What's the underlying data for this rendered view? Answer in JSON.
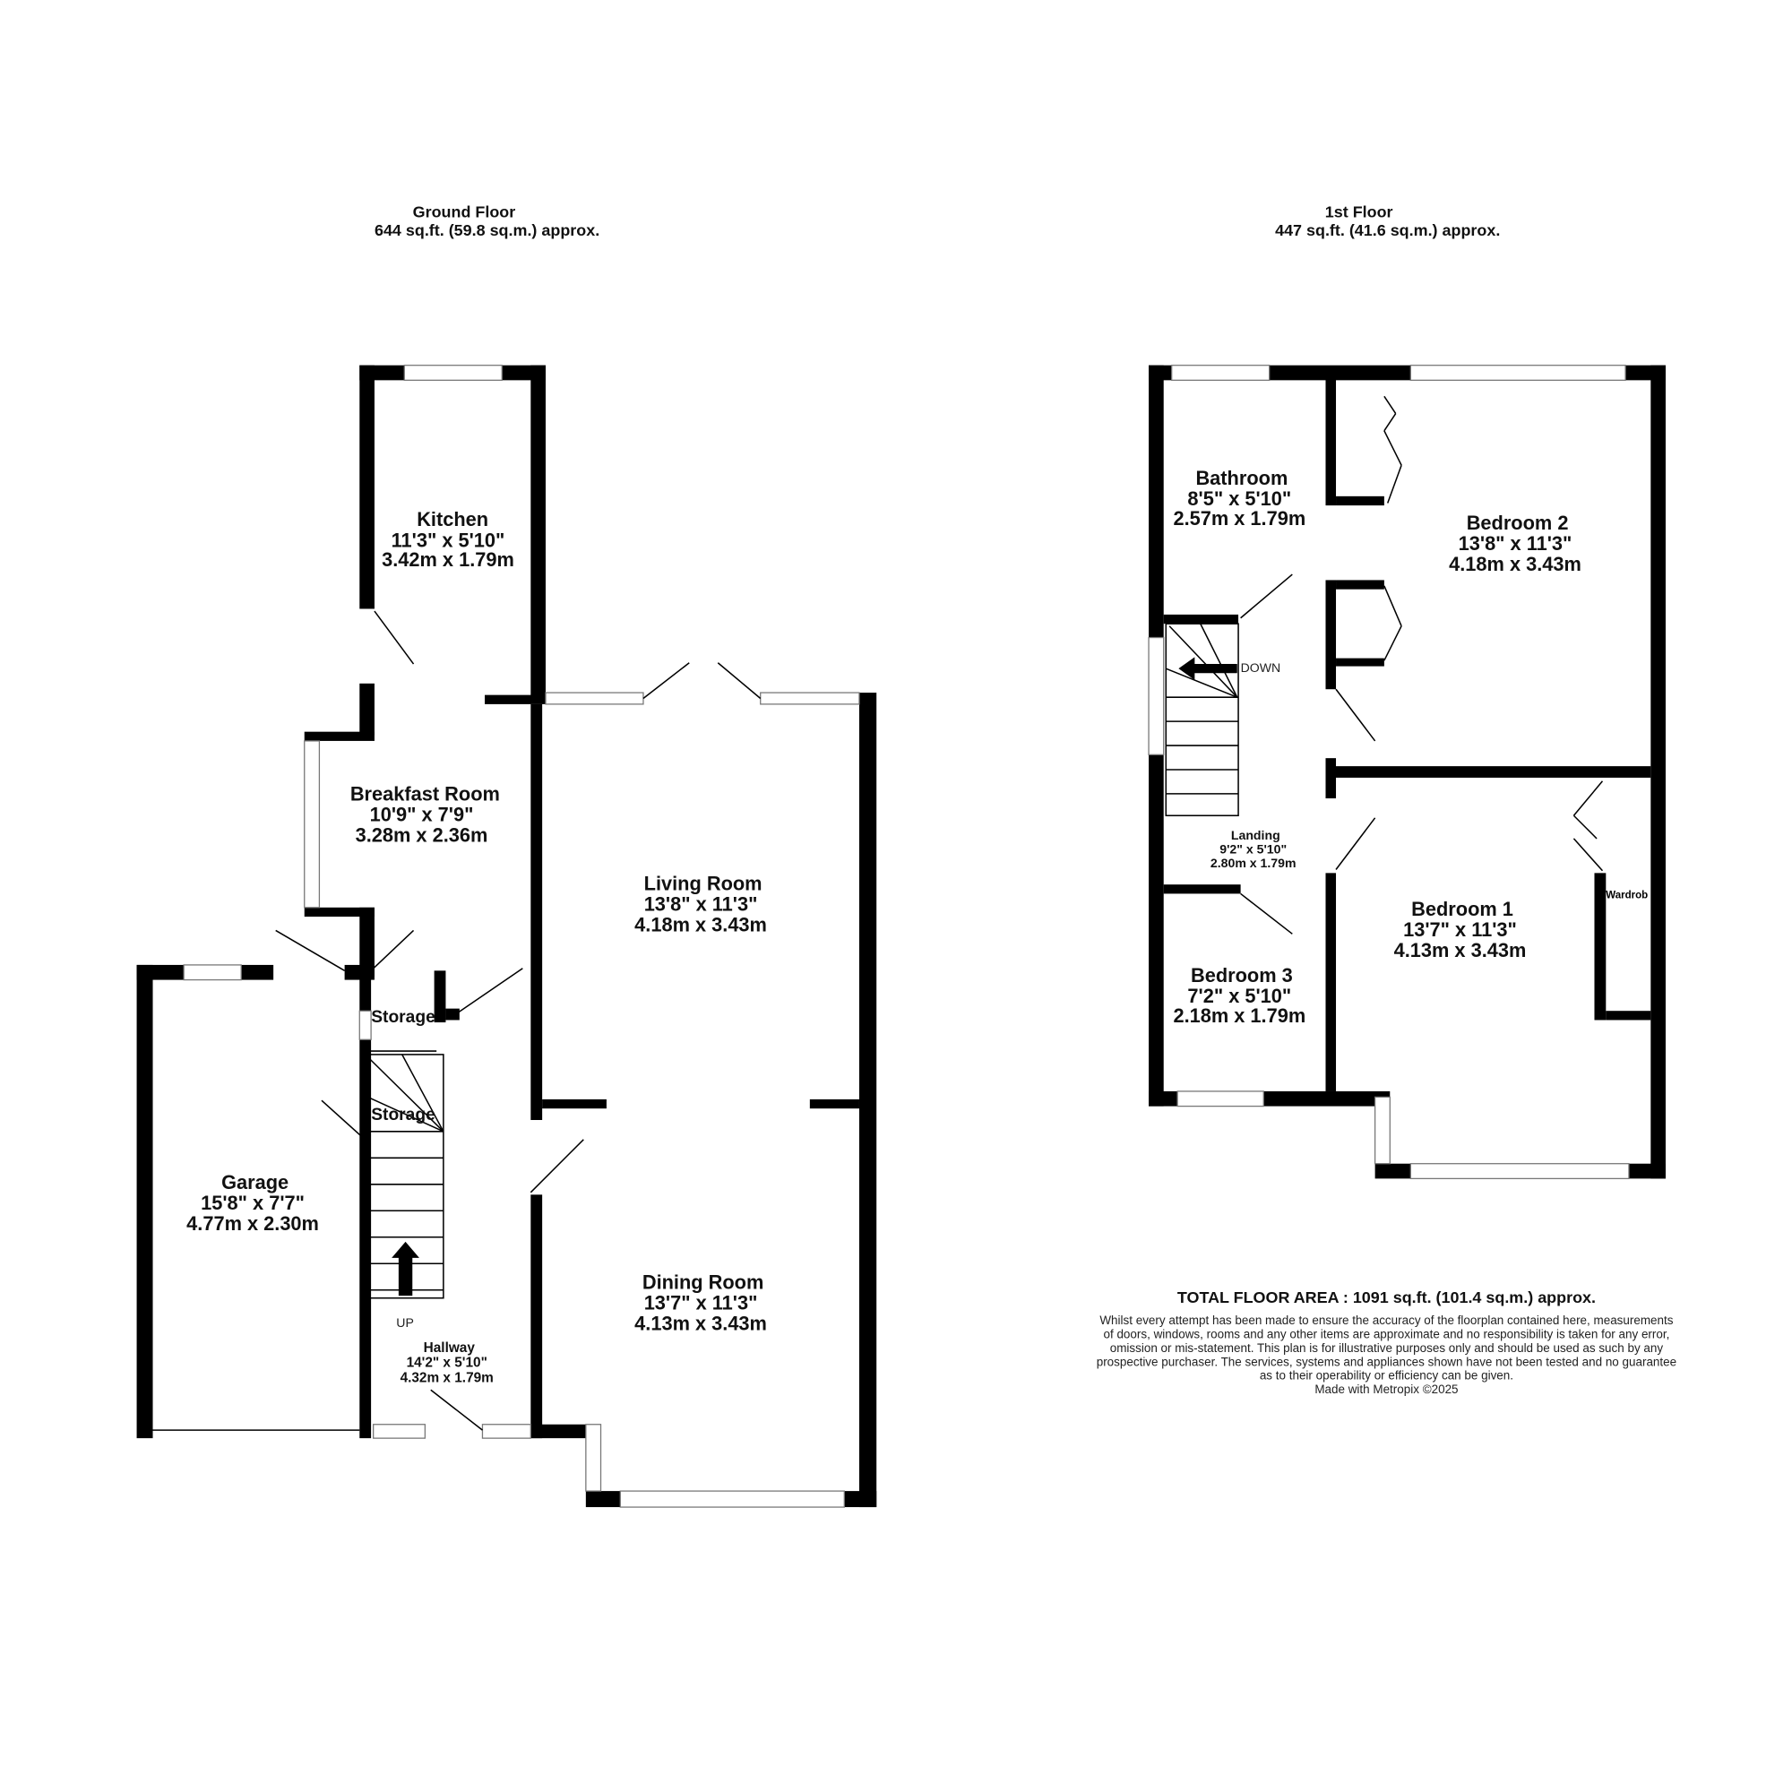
{
  "ground_floor": {
    "title": "Ground Floor",
    "area": "644 sq.ft. (59.8 sq.m.) approx.",
    "rooms": {
      "kitchen": {
        "name": "Kitchen",
        "imperial": "11'3\"  x 5'10\"",
        "metric": "3.42m  x 1.79m"
      },
      "breakfast": {
        "name": "Breakfast Room",
        "imperial": "10'9\"  x 7'9\"",
        "metric": "3.28m  x 2.36m"
      },
      "living": {
        "name": "Living Room",
        "imperial": "13'8\"  x 11'3\"",
        "metric": "4.18m  x 3.43m"
      },
      "dining": {
        "name": "Dining Room",
        "imperial": "13'7\"  x 11'3\"",
        "metric": "4.13m  x 3.43m"
      },
      "garage": {
        "name": "Garage",
        "imperial": "15'8\"  x 7'7\"",
        "metric": "4.77m  x 2.30m"
      },
      "hallway": {
        "name": "Hallway",
        "imperial": "14'2\"  x 5'10\"",
        "metric": "4.32m  x 1.79m"
      },
      "storage1": {
        "name": "Storage"
      },
      "storage2": {
        "name": "Storage"
      }
    },
    "stairs_label": "UP"
  },
  "first_floor": {
    "title": "1st Floor",
    "area": "447 sq.ft. (41.6 sq.m.) approx.",
    "rooms": {
      "bathroom": {
        "name": "Bathroom",
        "imperial": "8'5\"  x 5'10\"",
        "metric": "2.57m  x 1.79m"
      },
      "bedroom2": {
        "name": "Bedroom 2",
        "imperial": "13'8\"  x 11'3\"",
        "metric": "4.18m  x 3.43m"
      },
      "landing": {
        "name": "Landing",
        "imperial": "9'2\"  x 5'10\"",
        "metric": "2.80m  x 1.79m"
      },
      "bedroom1": {
        "name": "Bedroom 1",
        "imperial": "13'7\"  x 11'3\"",
        "metric": "4.13m  x 3.43m"
      },
      "bedroom3": {
        "name": "Bedroom 3",
        "imperial": "7'2\"  x 5'10\"",
        "metric": "2.18m  x 1.79m"
      },
      "wardrobe": {
        "name": "Wardrob"
      }
    },
    "stairs_label": "DOWN"
  },
  "footer": {
    "total": "TOTAL FLOOR AREA : 1091 sq.ft. (101.4 sq.m.) approx.",
    "disclaimer": [
      "Whilst every attempt has been made to ensure the accuracy of the floorplan contained here, measurements",
      "of doors, windows, rooms and any other items are approximate and no responsibility is taken for any error,",
      "omission or mis-statement. This plan is for illustrative purposes only and should be used as such by any",
      "prospective purchaser. The services, systems and appliances shown have not been tested and no guarantee",
      "as to their operability or efficiency can be given."
    ],
    "credit": "Made with Metropix ©2025"
  },
  "colors": {
    "wall": "#000000",
    "background": "#ffffff",
    "window": "#777777"
  }
}
